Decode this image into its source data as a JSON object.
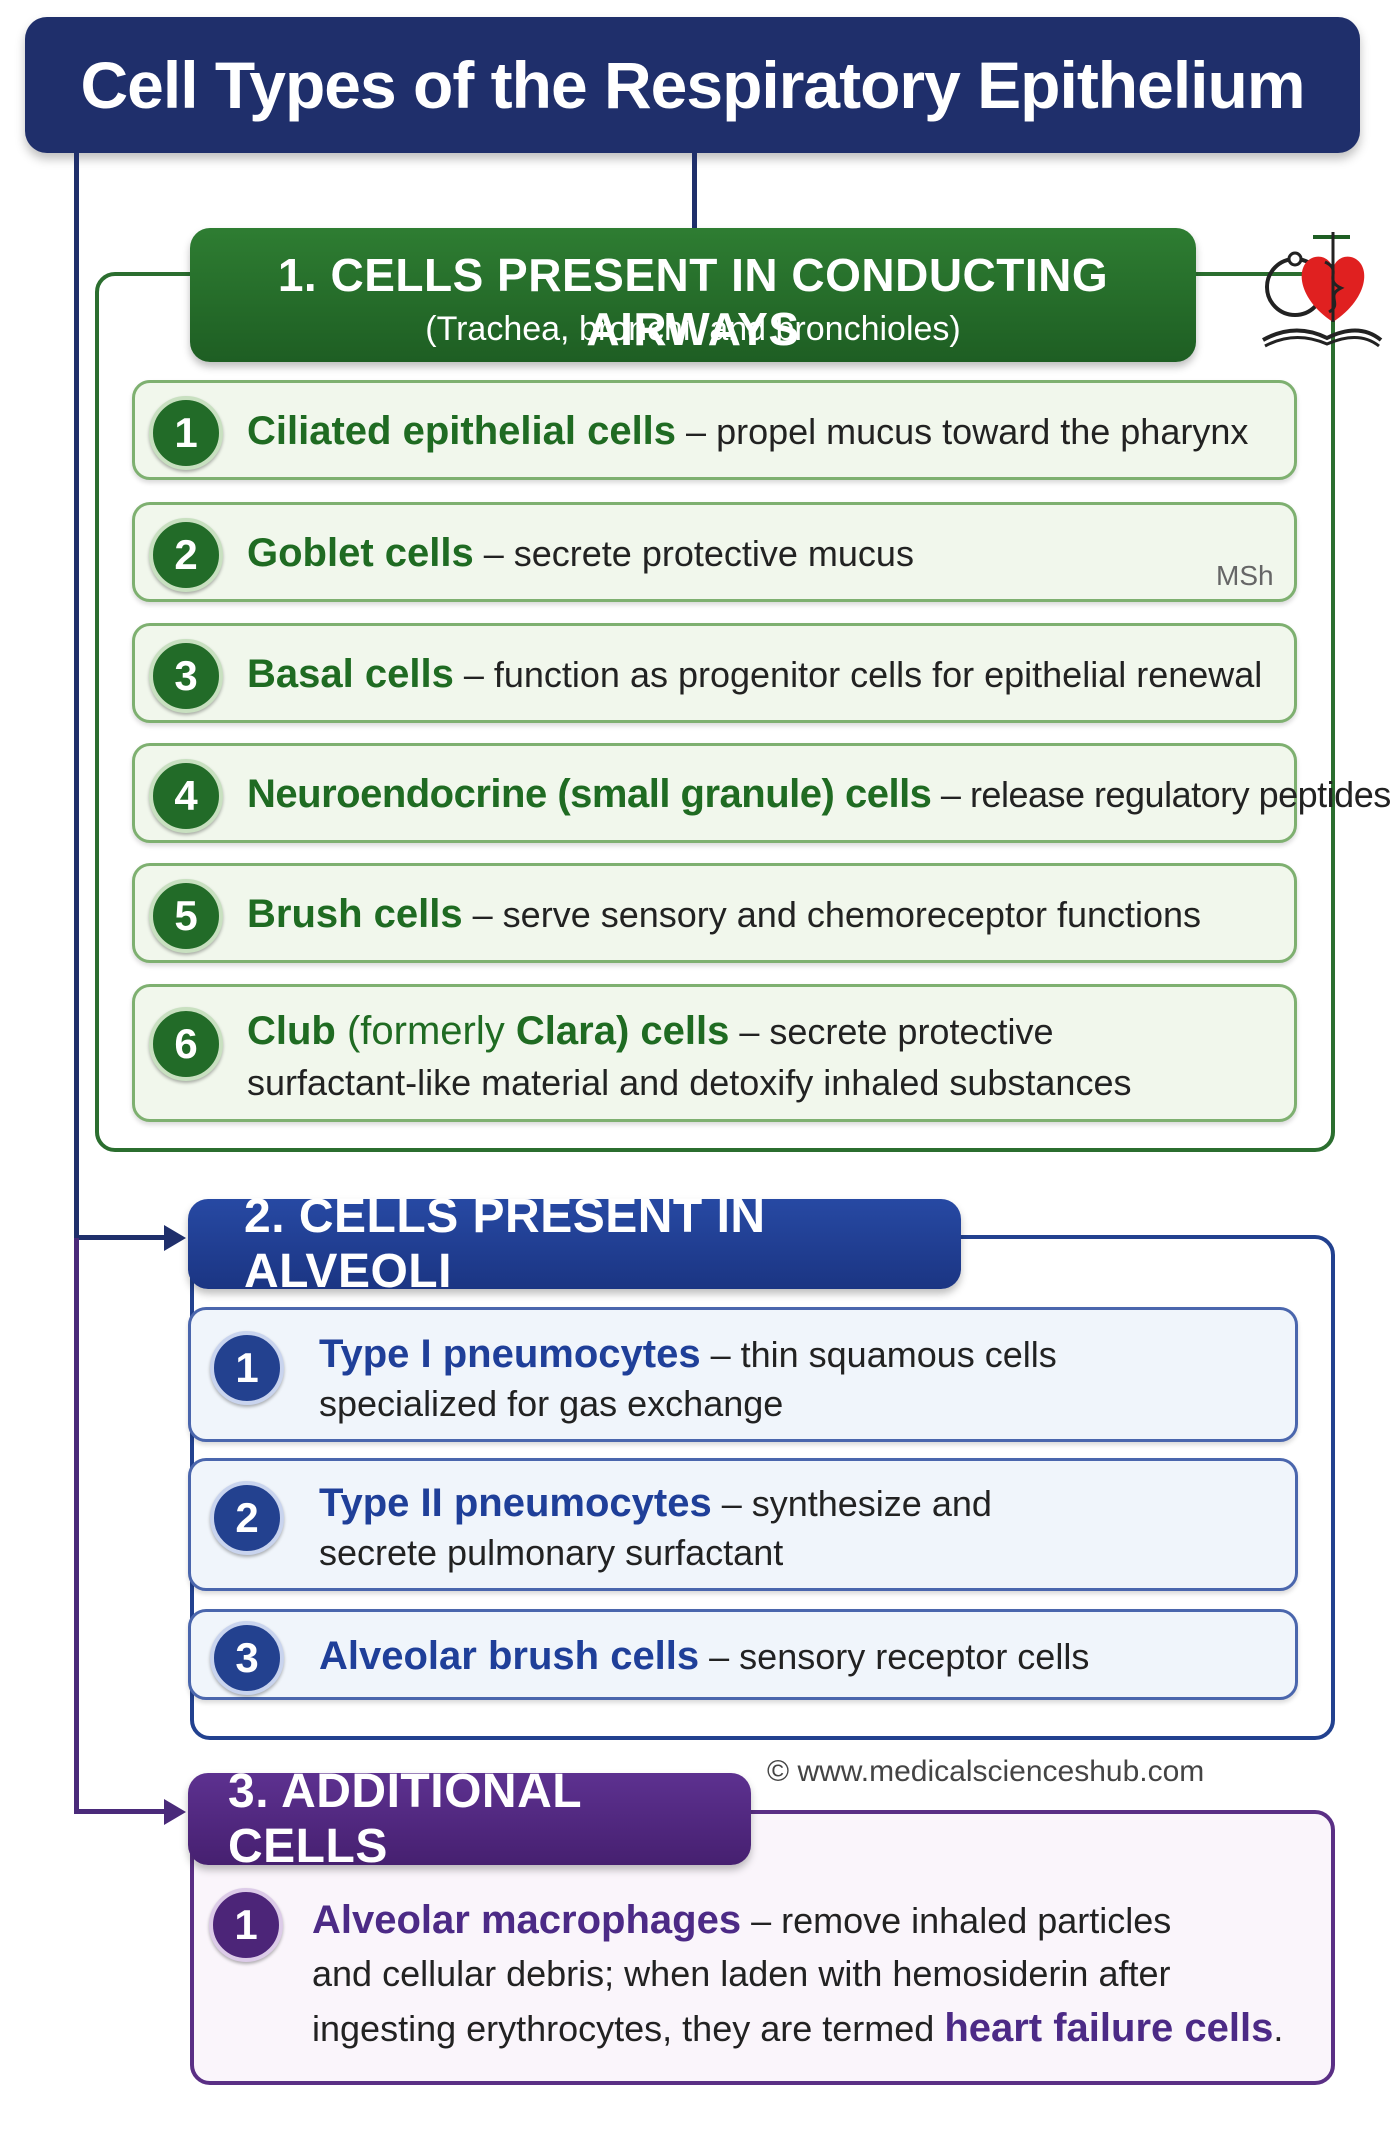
{
  "title": "Cell Types of the Respiratory Epithelium",
  "watermark": "MSh",
  "copyright": "© www.medicalscienceshub.com",
  "colors": {
    "navy": "#1f2f6b",
    "green": "#2e7d32",
    "blue": "#2749a3",
    "purple": "#5d3190",
    "heart": "#e02020"
  },
  "logo_icon": "caduceus-heart-book-icon",
  "section1": {
    "title": "1. CELLS PRESENT IN CONDUCTING AIRWAYS",
    "subtitle": "(Trachea, bronchi, and bronchioles)",
    "items": [
      {
        "num": "1",
        "name": "Ciliated epithelial cells",
        "desc": " – propel mucus toward the pharynx"
      },
      {
        "num": "2",
        "name": "Goblet cells",
        "desc": " – secrete protective mucus"
      },
      {
        "num": "3",
        "name": "Basal cells",
        "desc": " – function as progenitor cells for epithelial renewal"
      },
      {
        "num": "4",
        "name": "Neuroendocrine (small granule) cells",
        "desc": " – release regulatory peptides"
      },
      {
        "num": "5",
        "name": "Brush cells",
        "desc": " – serve sensory and chemoreceptor functions"
      },
      {
        "num": "6",
        "name_a": "Club",
        "name_b": " (formerly ",
        "name_c": "Clara",
        "name_d": ") cells",
        "desc1": " – secrete protective",
        "desc2": "surfactant-like material and detoxify inhaled substances"
      }
    ]
  },
  "section2": {
    "title": "2. CELLS PRESENT IN ALVEOLI",
    "items": [
      {
        "num": "1",
        "name": "Type I pneumocytes",
        "desc1": " – thin squamous cells",
        "desc2": "specialized for gas exchange"
      },
      {
        "num": "2",
        "name": "Type II pneumocytes",
        "desc1": " – synthesize and",
        "desc2": "secrete pulmonary surfactant"
      },
      {
        "num": "3",
        "name": "Alveolar brush cells",
        "desc1": " – sensory receptor cells"
      }
    ]
  },
  "section3": {
    "title": "3. ADDITIONAL CELLS",
    "items": [
      {
        "num": "1",
        "name": "Alveolar macrophages",
        "desc1": " – remove inhaled particles",
        "desc2": "and cellular debris; when laden with hemosiderin after",
        "desc3": "ingesting erythrocytes, they are termed ",
        "highlight": "heart failure cells",
        "end": "."
      }
    ]
  }
}
